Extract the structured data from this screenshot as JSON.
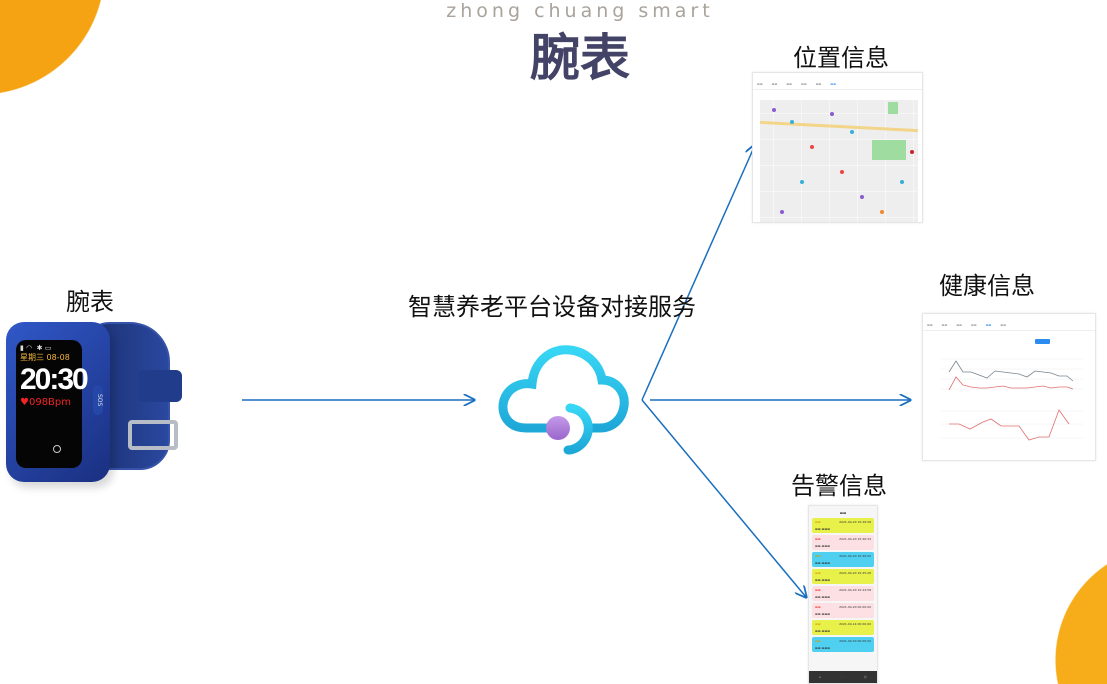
{
  "header": {
    "subtitle": "zhong chuang smart",
    "title": "腕表"
  },
  "watch": {
    "label": "腕表",
    "screen": {
      "weekday": "星期三",
      "date": "08-08",
      "time": "20:30",
      "heart_rate": "098Bpm",
      "sos": "SOS"
    }
  },
  "service": {
    "label": "智慧养老平台设备对接服务",
    "icon": "cloud-service-icon"
  },
  "outputs": {
    "location": {
      "label": "位置信息"
    },
    "health": {
      "label": "健康信息"
    },
    "alarm": {
      "label": "告警信息"
    }
  },
  "alarm_list": [
    {
      "color": "#e8f04a",
      "time": "2021-04-20 15:26:58"
    },
    {
      "color": "#fde0e4",
      "time": "2021-04-20 15:26:34"
    },
    {
      "color": "#4fd0f0",
      "time": "2021-04-20 15:26:05"
    },
    {
      "color": "#e8f04a",
      "time": "2021-04-20 15:25:28"
    },
    {
      "color": "#fde0e4",
      "time": "2021-04-20 15:24:58"
    },
    {
      "color": "#fde0e4",
      "time": "2021-04-20 00:00:00"
    },
    {
      "color": "#e8f04a",
      "time": "2021-04-14 00:00:00"
    },
    {
      "color": "#4fd0f0",
      "time": "2021-04-20 00:00:00"
    }
  ],
  "colors": {
    "accent": "#f7a815",
    "arrow": "#1a6fc0",
    "title": "#424366"
  }
}
